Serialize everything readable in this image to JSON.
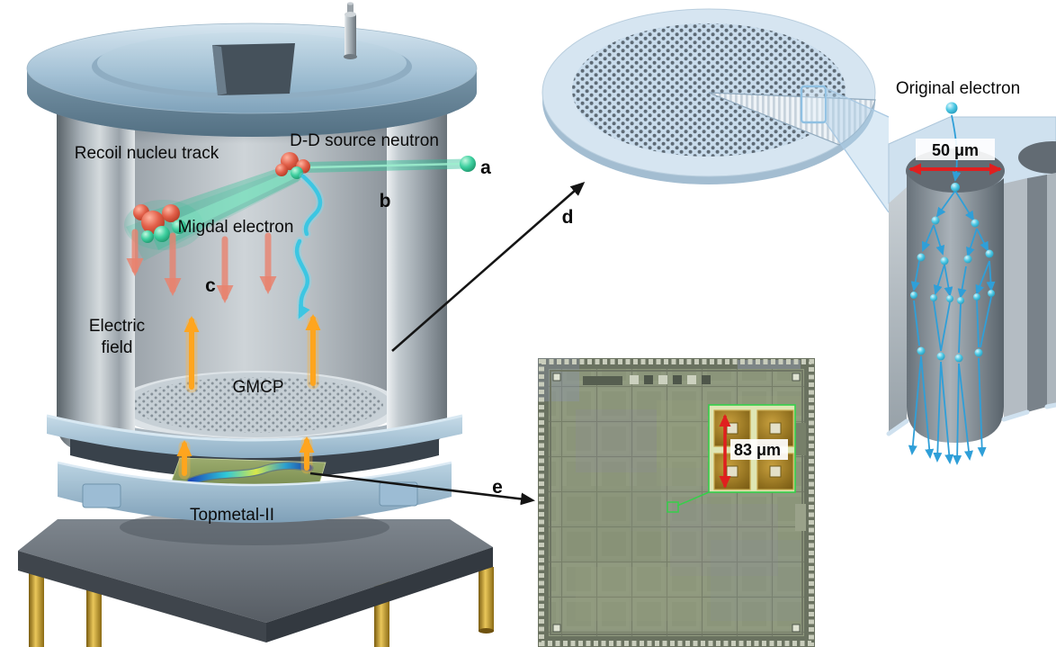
{
  "panels": {
    "a": "a",
    "b": "b",
    "c": "c",
    "d": "d",
    "e": "e"
  },
  "vessel": {
    "recoil_track_label": "Recoil nucleu track",
    "neutron_label": "D-D source neutron",
    "migdal_label": "Migdal electron",
    "efield_line1": "Electric",
    "efield_line2": "field",
    "gmcp_label": "GMCP",
    "topmetal_label": "Topmetal-II"
  },
  "gmcp_zoom": {
    "original_electron_label": "Original electron",
    "pore_diameter_label": "50 μm"
  },
  "chip_micrograph": {
    "pixel_pitch_label": "83 μm"
  },
  "colors": {
    "background": "#ffffff",
    "track_green": "#2fbf96",
    "recoil_red": "#d04028",
    "electron_cyan": "#3cc6e2",
    "cascade_blue": "#2f9fd8",
    "field_orange": "#ffa51e",
    "drift_red": "#e8826e",
    "dimension_red": "#e01f1f",
    "vessel_steel": "#9aa4ab",
    "lid_blue": "#9cbdd2",
    "plate_blue": "#d6e5f1",
    "chip_green": "#8d967e",
    "inset_green": "#35d04a",
    "leg_gold": "#d9a82a"
  }
}
